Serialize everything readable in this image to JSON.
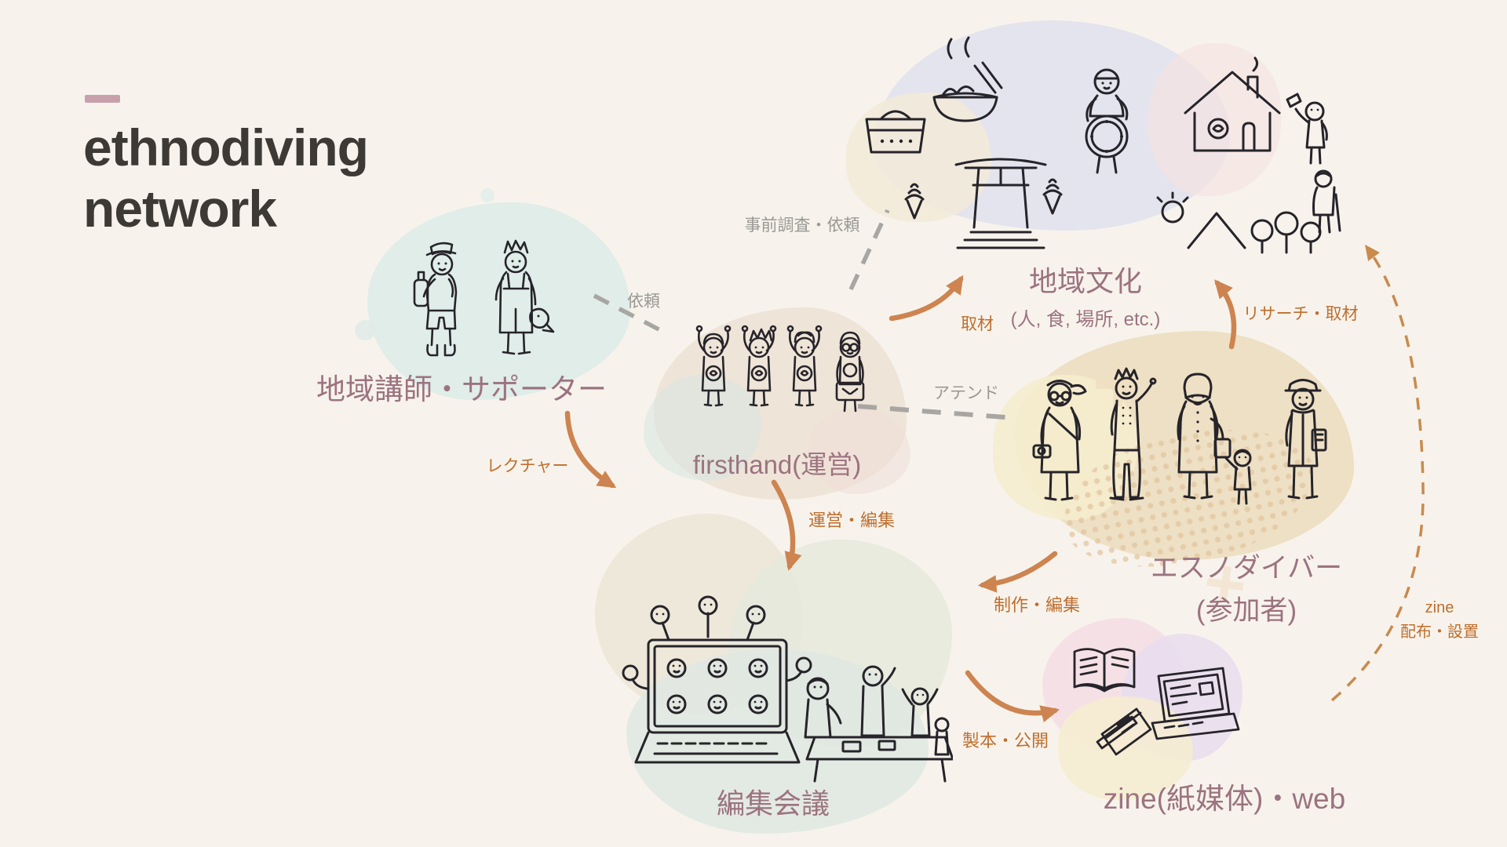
{
  "title": {
    "line1": "ethnodiving",
    "line2": "network"
  },
  "nodes": {
    "supporters": {
      "label": "地域講師・サポーター",
      "illustration": "two local craftspeople holding a bottle and a fish"
    },
    "firsthand": {
      "label": "firsthand(運営)",
      "illustration": "four cheering staff members with emblem shirts"
    },
    "culture": {
      "label": "地域文化",
      "sublabel": "(人, 食, 場所, etc.)",
      "illustration": "local food, basket, torii gate, drummer, house, nature, people"
    },
    "ethnodivers": {
      "label": "エスノダイバー",
      "sublabel": "(参加者)",
      "illustration": "five participants with camera, bags and books"
    },
    "editing": {
      "label": "編集会議",
      "illustration": "video-call laptop with faces and a meeting around a table"
    },
    "zine": {
      "label": "zine(紙媒体)・web",
      "illustration": "open book, laptop and zine booklets"
    }
  },
  "connectors": {
    "irai": {
      "label": "依頼",
      "style": "dashed-gray",
      "from": "supporters",
      "to": "firsthand"
    },
    "jizen": {
      "label": "事前調査・依頼",
      "style": "dashed-gray",
      "from": "firsthand",
      "to": "culture"
    },
    "attend": {
      "label": "アテンド",
      "style": "dashed-gray",
      "from": "firsthand",
      "to": "ethnodivers"
    },
    "shuzai": {
      "label": "取材",
      "style": "orange-arrow",
      "from": "firsthand",
      "to": "culture"
    },
    "research": {
      "label": "リサーチ・取材",
      "style": "orange-arrow",
      "from": "ethnodivers",
      "to": "culture"
    },
    "lecture": {
      "label": "レクチャー",
      "style": "orange-arrow",
      "from": "supporters",
      "to": "editing"
    },
    "unei": {
      "label": "運営・編集",
      "style": "orange-arrow",
      "from": "firsthand",
      "to": "editing"
    },
    "seisaku": {
      "label": "制作・編集",
      "style": "orange-arrow",
      "from": "ethnodivers",
      "to": "editing"
    },
    "seihon": {
      "label": "製本・公開",
      "style": "orange-arrow",
      "from": "editing",
      "to": "zine"
    },
    "zine_dist": {
      "label_line1": "zine",
      "label_line2": "配布・設置",
      "style": "dashed-orange-arrow",
      "from": "zine",
      "to": "culture"
    }
  },
  "colors": {
    "background": "#f7f3ec",
    "title_text": "#3d3935",
    "title_dash_pink": "#c8a0ad",
    "node_label_mauve": "#9c7380",
    "connector_gray": "#a8a6a2",
    "label_orange": "#bf6e2d",
    "arrow_orange": "#cd8450",
    "ink": "#26242a"
  }
}
